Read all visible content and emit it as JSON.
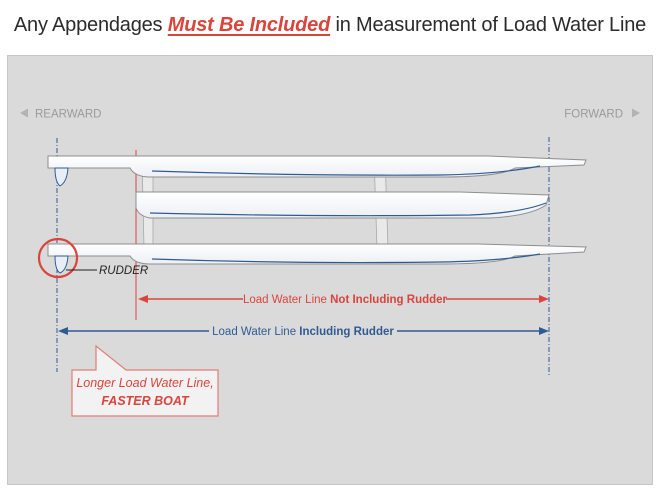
{
  "title": {
    "prefix": "Any Appendages ",
    "emphasis": "Must Be Included",
    "suffix": " in Measurement of Load Water Line"
  },
  "directions": {
    "rearward": "REARWARD",
    "forward": "FORWARD"
  },
  "labels": {
    "rudder": "RUDDER",
    "lwl_not_prefix": "Load Water Line ",
    "lwl_not_bold": "Not Including Rudder",
    "lwl_incl_prefix": "Load Water Line ",
    "lwl_incl_bold": "Including Rudder"
  },
  "callout": {
    "line1": "Longer Load Water Line,",
    "line2": "FASTER BOAT"
  },
  "colors": {
    "red": "#d9443c",
    "blue": "#2f5b93",
    "panel": "#dadada"
  }
}
